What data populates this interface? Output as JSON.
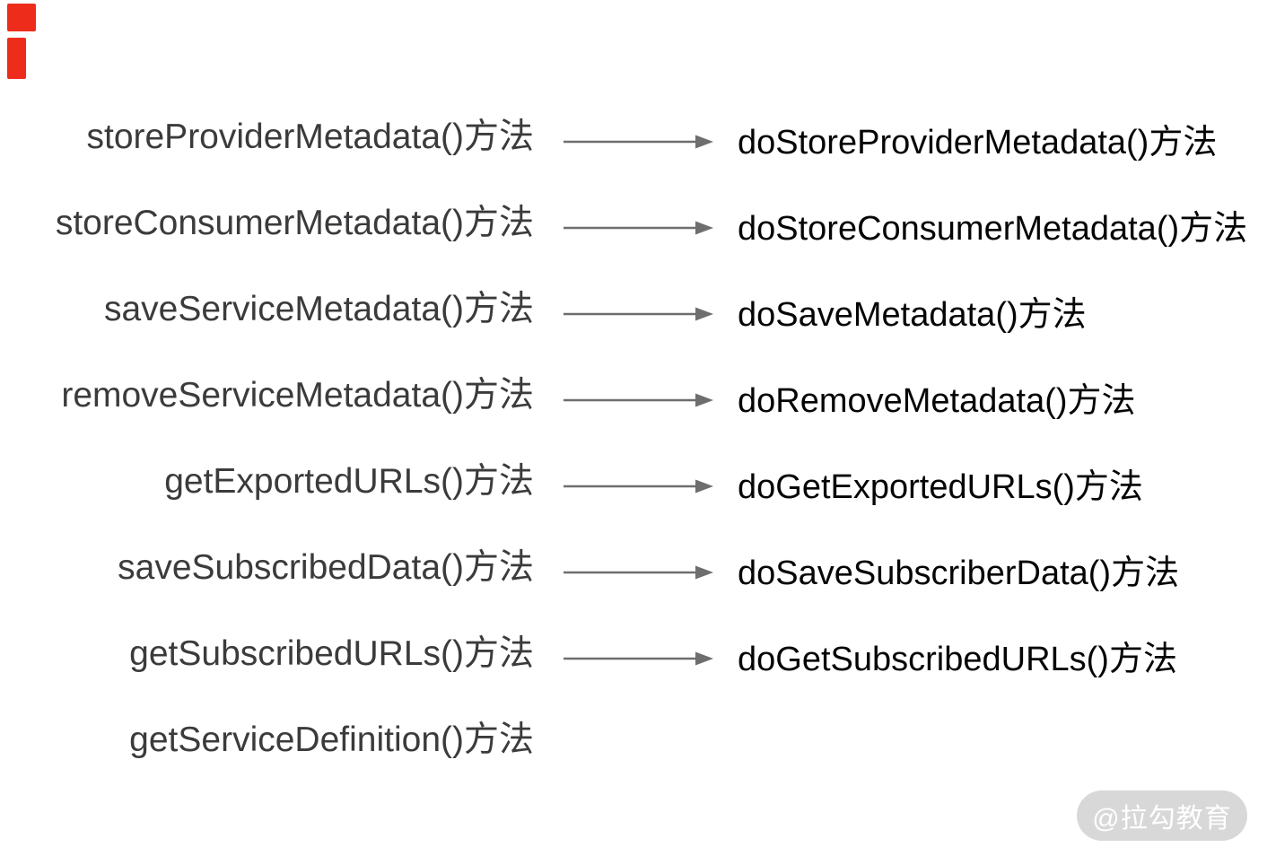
{
  "page": {
    "background": "#ffffff"
  },
  "corner_artifact": {
    "color": "#ed2c1b"
  },
  "diagram": {
    "left_text_color": "#3b3b3d",
    "right_text_color": "#050505",
    "arrow_color": "#6e6e6e",
    "rows": [
      {
        "left": "storeProviderMetadata()方法",
        "right": "doStoreProviderMetadata()方法",
        "arrow": true
      },
      {
        "left": "storeConsumerMetadata()方法",
        "right": "doStoreConsumerMetadata()方法",
        "arrow": true
      },
      {
        "left": "saveServiceMetadata()方法",
        "right": "doSaveMetadata()方法",
        "arrow": true
      },
      {
        "left": "removeServiceMetadata()方法",
        "right": "doRemoveMetadata()方法",
        "arrow": true
      },
      {
        "left": "getExportedURLs()方法",
        "right": "doGetExportedURLs()方法",
        "arrow": true
      },
      {
        "left": "saveSubscribedData()方法",
        "right": "doSaveSubscriberData()方法",
        "arrow": true
      },
      {
        "left": "getSubscribedURLs()方法",
        "right": "doGetSubscribedURLs()方法",
        "arrow": true
      },
      {
        "left": "getServiceDefinition()方法",
        "right": "",
        "arrow": false
      }
    ]
  },
  "watermark": {
    "text": "@拉勾教育",
    "background": "#d8d8d8",
    "text_color": "#ffffff"
  }
}
